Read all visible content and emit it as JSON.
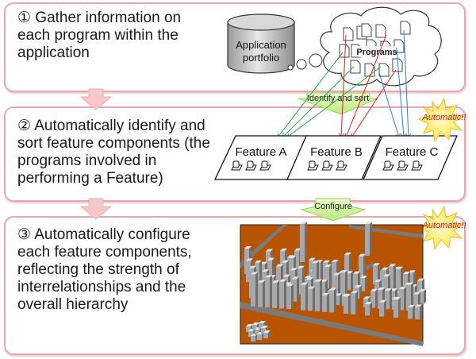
{
  "steps": [
    {
      "number": "①",
      "text": "Gather information on each program within the application"
    },
    {
      "number": "②",
      "text": "Automatically identify and sort feature components (the programs involved in performing a Feature)"
    },
    {
      "number": "③",
      "text": "Automatically configure each feature components, reflecting the strength of interrelationships and the overall hierarchy"
    }
  ],
  "step1_lines": [
    "① Gather information on",
    "each program within the",
    "application"
  ],
  "step2_lines": [
    "② Automatically identify and",
    "sort feature components (the",
    "programs involved in",
    "performing a Feature)"
  ],
  "step3_lines": [
    "③ Automatically configure",
    "each feature components,",
    "reflecting the strength of",
    "interrelationships and the",
    "overall hierarchy"
  ],
  "portfolio": {
    "line1": "Application",
    "line2": "portfolio"
  },
  "cloud_label": "Programs",
  "identify_label": "Identify and sort",
  "configure_label": "Configure",
  "automatic_badge": "Automatic!!",
  "features": [
    {
      "name": "Feature A",
      "color": "#22aa44"
    },
    {
      "name": "Feature B",
      "color": "#e02020"
    },
    {
      "name": "Feature C",
      "color": "#2a7fd0"
    }
  ],
  "colors": {
    "panel_border": "#e8a8ac",
    "step_arrow": "#f7c6c9",
    "callout_green": "#d9f5b0",
    "city_ground": "#b85400",
    "badge_fill": "#fff26a",
    "badge_text": "#e01010"
  }
}
